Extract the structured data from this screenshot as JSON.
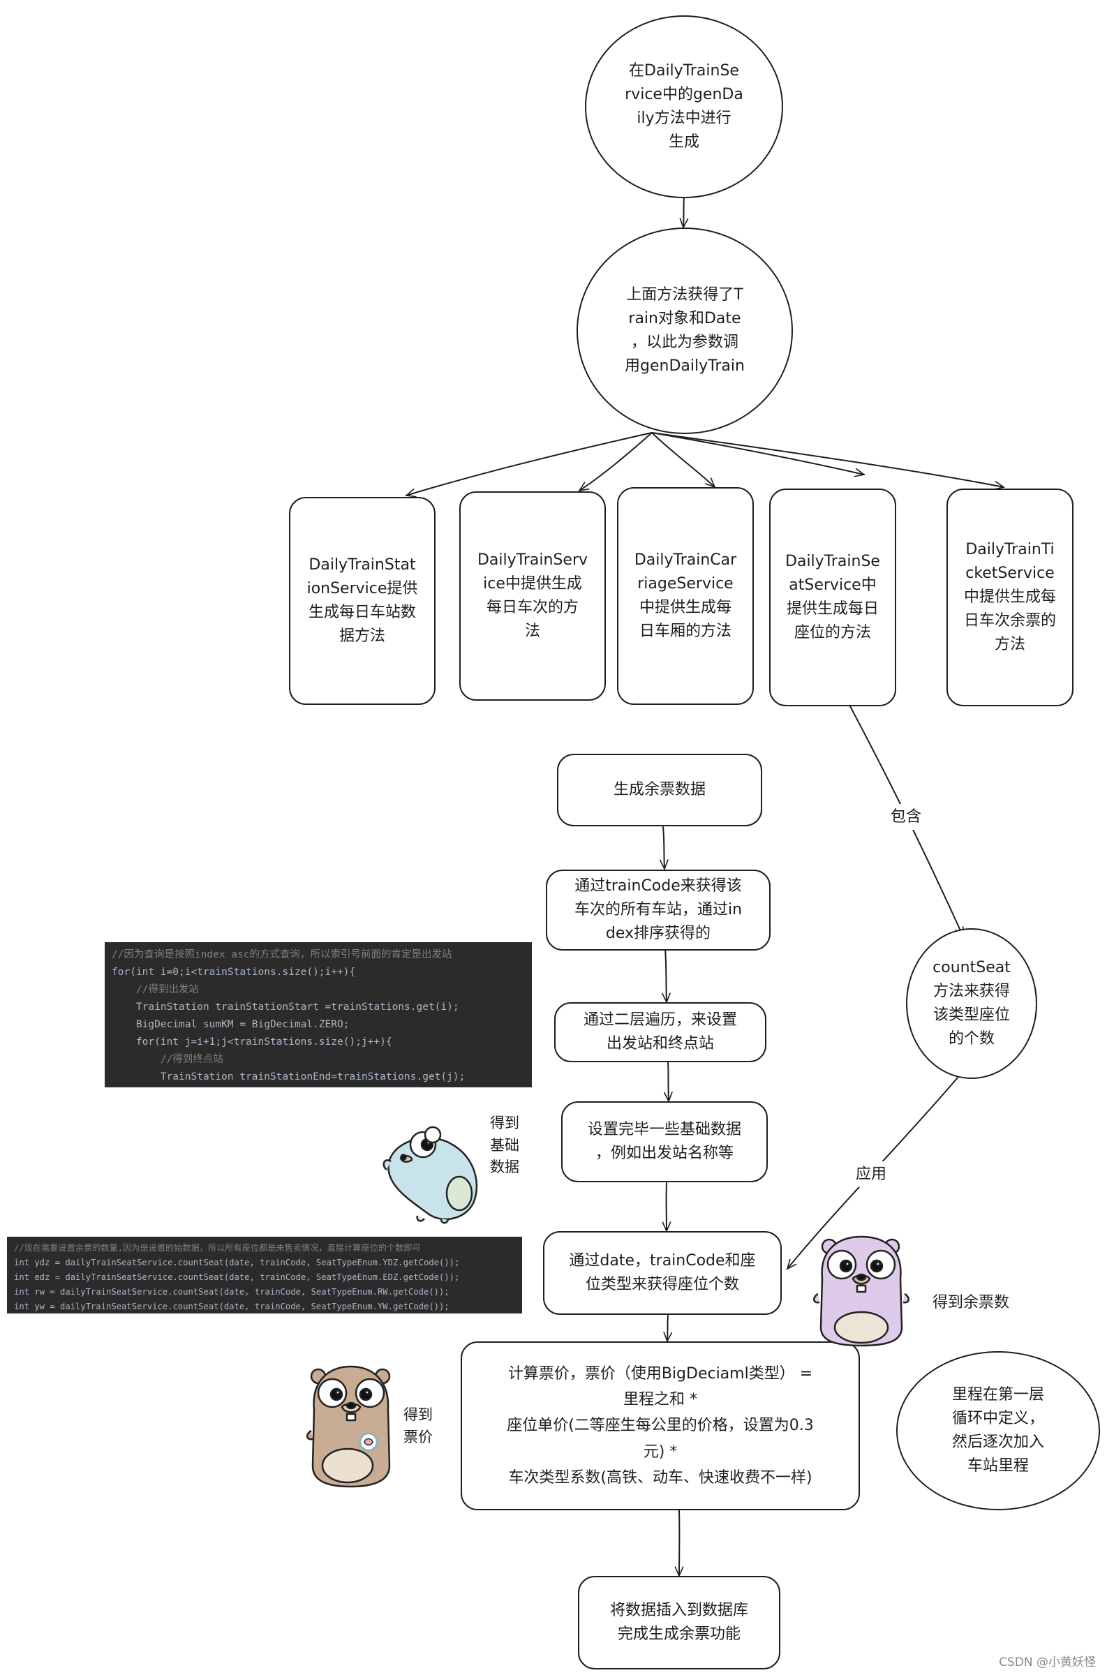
{
  "nodes": {
    "n1": "在DailyTrainSe\nrvice中的genDa\nily方法中进行\n生成",
    "n2": "上面方法获得了T\nrain对象和Date\n，以此为参数调\n用genDailyTrain",
    "b1": "DailyTrainStat\nionService提供\n生成每日车站数\n据方法",
    "b2": "DailyTrainServ\nice中提供生成\n每日车次的方\n法",
    "b3": "DailyTrainCar\nriageService\n中提供生成每\n日车厢的方法",
    "b4": "DailyTrainSe\natService中\n提供生成每日\n座位的方法",
    "b5": "DailyTrainTi\ncketService\n中提供生成每\n日车次余票的\n方法",
    "s1": "生成余票数据",
    "s2": "通过trainCode来获得该\n车次的所有车站，通过in\ndex排序获得的",
    "s3": "通过二层遍历，来设置\n出发站和终点站",
    "s4": "设置完毕一些基础数据\n，例如出发站名称等",
    "s5": "通过date，trainCode和座\n位类型来获得座位个数",
    "s6": "计算票价，票价（使用BigDeciaml类型）  =\n里程之和 *\n座位单价(二等座生每公里的价格，设置为0.3\n元) *\n车次类型系数(高铁、动车、快速收费不一样)",
    "s7": "将数据插入到数据库\n完成生成余票功能",
    "cs": "countSeat\n方法来获得\n该类型座位\n的个数",
    "mi": "里程在第一层\n循环中定义，\n然后逐次加入\n车站里程"
  },
  "edge_labels": {
    "contains": "包含",
    "apply": "应用"
  },
  "annotations": {
    "basic_data": "得到\n基础\n数据",
    "remaining_tickets": "得到余票数",
    "ticket_price": "得到\n票价"
  },
  "code_blocks": {
    "loop": [
      "//因为查询是按照index asc的方式查询，所以索引号前面的肯定是出发站",
      "for(int i=0;i<trainStations.size();i++){",
      "    //得到出发站",
      "    TrainStation trainStationStart =trainStations.get(i);",
      "    BigDecimal sumKM = BigDecimal.ZERO;",
      "    for(int j=i+1;j<trainStations.size();j++){",
      "        //得到终点站",
      "        TrainStation trainStationEnd=trainStations.get(j);"
    ],
    "count": [
      "//现在需要设置余票的数量,因为是设置的始数据，所以所有座位都是未售卖情况，直接计算座位的个数即可",
      "int ydz = dailyTrainSeatService.countSeat(date, trainCode, SeatTypeEnum.YDZ.getCode());",
      "int edz = dailyTrainSeatService.countSeat(date, trainCode, SeatTypeEnum.EDZ.getCode());",
      "int rw = dailyTrainSeatService.countSeat(date, trainCode, SeatTypeEnum.RW.getCode());",
      "int yw = dailyTrainSeatService.countSeat(date, trainCode, SeatTypeEnum.YW.getCode());"
    ]
  },
  "gophers": {
    "g1": {
      "body_color": "#c8e4ea"
    },
    "g2": {
      "body_color": "#ddcbe9"
    },
    "g3": {
      "body_color": "#c8ac93"
    }
  },
  "watermark": "CSDN @小黄妖怪"
}
